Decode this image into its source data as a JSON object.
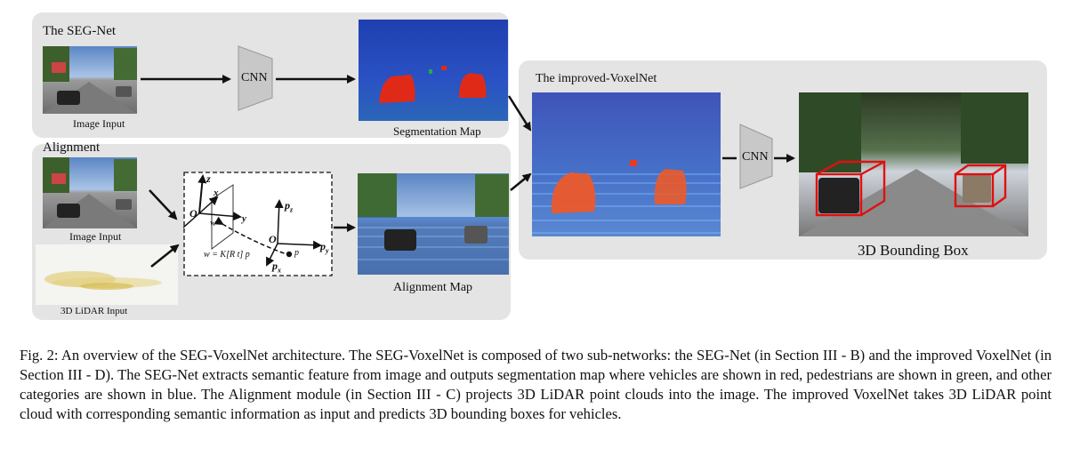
{
  "seg_net": {
    "title": "The SEG-Net",
    "image_label": "Image Input",
    "cnn_label": "CNN",
    "seg_map_label": "Segmentation Map"
  },
  "alignment": {
    "title": "Alignment",
    "image_label": "Image Input",
    "lidar_label": "3D LiDAR Input",
    "map_label": "Alignment Map",
    "diagram": {
      "O_left": "O",
      "z": "z",
      "x": "x",
      "y": "y",
      "w": "w",
      "O_right": "O",
      "p_z": "p",
      "p_z_sub": "z",
      "p_y": "p",
      "p_y_sub": "y",
      "p_x": "p",
      "p_x_sub": "x",
      "p_point": "p",
      "equation": "w = K[R t] p"
    }
  },
  "voxelnet": {
    "title": "The improved-VoxelNet",
    "cnn_label": "CNN",
    "bbox_label": "3D Bounding Box"
  },
  "caption": {
    "text": "Fig. 2: An overview of the SEG-VoxelNet architecture. The SEG-VoxelNet is composed of two sub-networks: the SEG-Net (in Section III - B) and the improved VoxelNet (in Section III - D). The SEG-Net extracts semantic feature from image and outputs segmentation map where vehicles are shown in red, pedestrians are shown in green, and other categories are shown in blue. The Alignment module (in Section III - C) projects 3D LiDAR point clouds into the image. The improved VoxelNet takes 3D LiDAR point cloud with corresponding semantic information as input and predicts 3D bounding boxes for vehicles."
  },
  "colors": {
    "panel_bg": "#e4e4e4",
    "seg_blue": "#2e58c8",
    "vehicle_red": "#e02a18",
    "pedestrian_green": "#27a845",
    "bbox_red": "#e01010",
    "cnn_gray": "#c8c8c8"
  }
}
